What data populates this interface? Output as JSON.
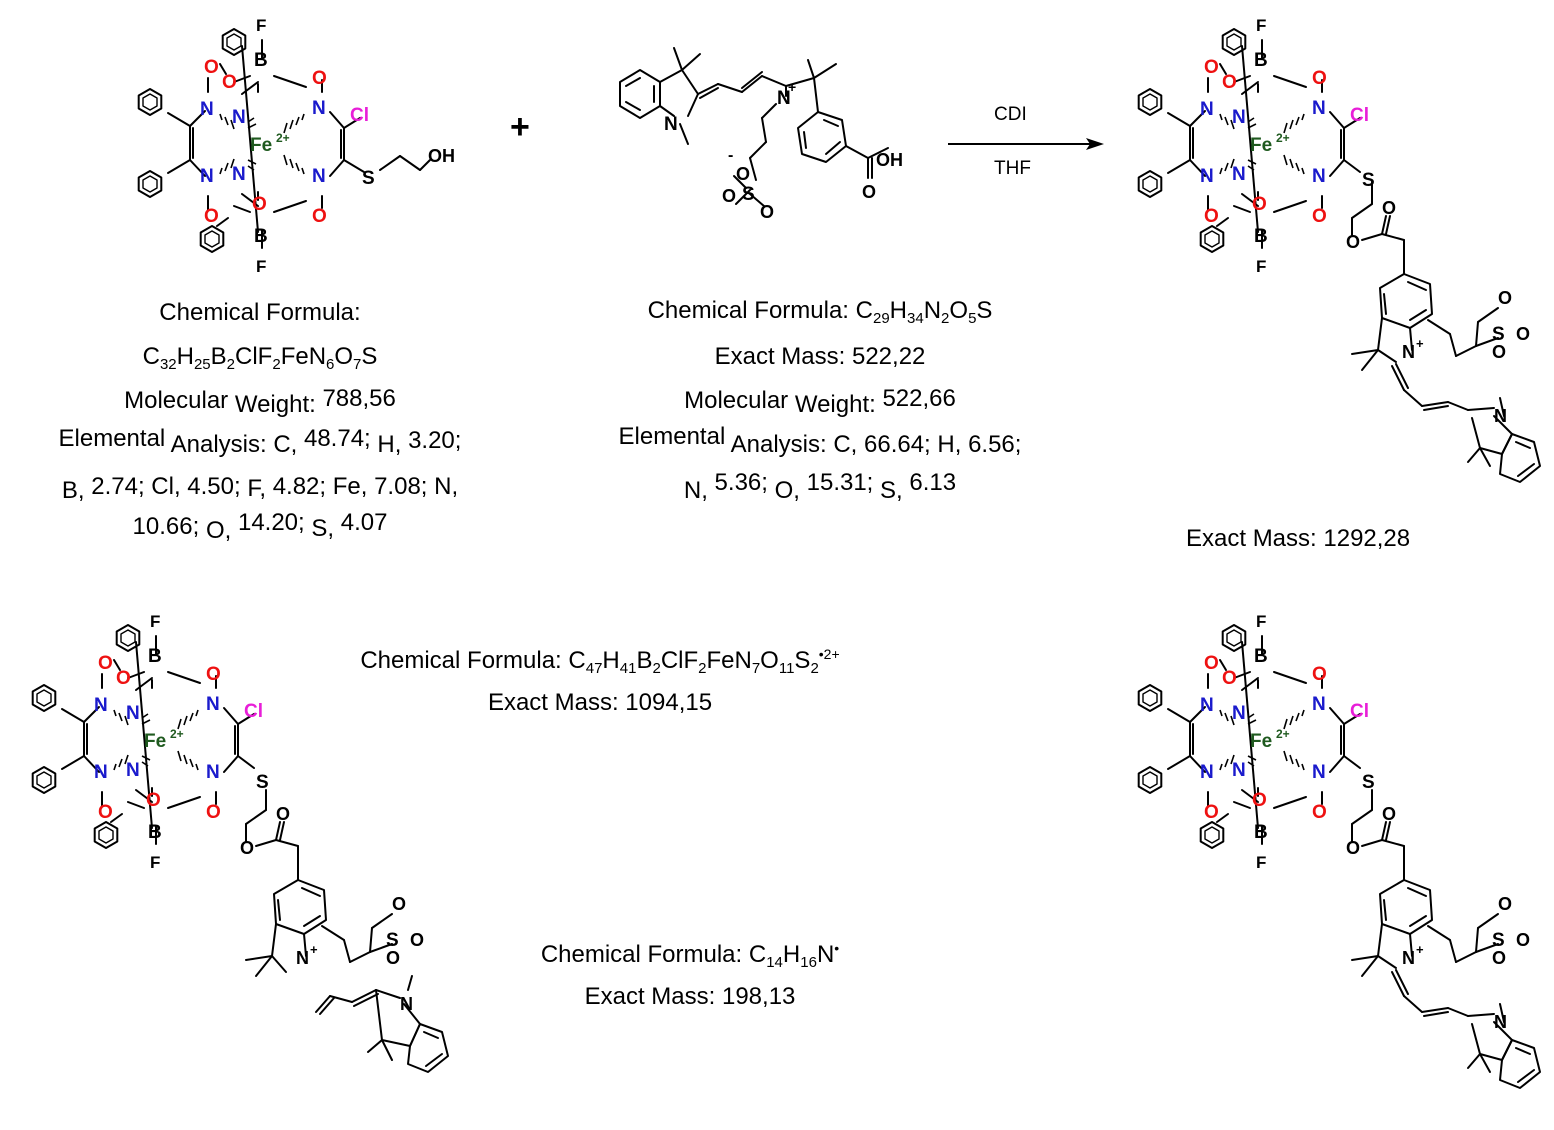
{
  "reaction": {
    "plus": "+",
    "reagent": "CDI",
    "solvent": "THF"
  },
  "atoms": {
    "N": "N",
    "O": "O",
    "B": "B",
    "F": "F",
    "Cl": "Cl",
    "Fe": "Fe",
    "Fe_charge": "2+",
    "S": "S",
    "OH": "OH",
    "N_plus": "+",
    "minus": "-"
  },
  "compounds": {
    "clathrochelate": {
      "line1": "Chemical Formula:",
      "formula": {
        "C": "C",
        "C_n": "32",
        "H": "H",
        "H_n": "25",
        "B": "B",
        "B_n": "2",
        "ClF": "ClF",
        "F_n": "2",
        "FeN": "FeN",
        "N_n": "6",
        "O": "O",
        "O_n": "7",
        "S": "S"
      },
      "mw_a": "Molecular",
      "mw_b": "Weight:",
      "mw_c": "788,56",
      "ea_a": "Elemental",
      "ea_b": "Analysis: C,",
      "ea_c": "48.74;",
      "ea_d": "H,",
      "ea_e": "3.20;",
      "ea2_a": "B,",
      "ea2_b": "2.74; Cl, 4.50;",
      "ea2_c": "F,",
      "ea2_d": "4.82; Fe, 7.08; N,",
      "ea3_a": "10.66;",
      "ea3_b": "O,",
      "ea3_c": "14.20;",
      "ea3_d": "S,",
      "ea3_e": "4.07"
    },
    "dye": {
      "formula": {
        "prefix": "Chemical Formula: ",
        "C": "C",
        "C_n": "29",
        "H": "H",
        "H_n": "34",
        "N": "N",
        "N_n": "2",
        "O": "O",
        "O_n": "5",
        "S": "S"
      },
      "exact_mass": "Exact Mass: 522,22",
      "mw_a": "Molecular",
      "mw_b": "Weight:",
      "mw_c": "522,66",
      "ea_a": "Elemental",
      "ea_b": "Analysis: C,",
      "ea_c": "66.64; H, 6.56;",
      "ea2_a": "N,",
      "ea2_b": "5.36;",
      "ea2_c": "O,",
      "ea2_d": "15.31;",
      "ea2_e": "S,",
      "ea2_f": "6.13"
    },
    "product": {
      "exact_mass": "Exact Mass: 1292,28"
    },
    "fragment_large": {
      "formula": {
        "prefix": "Chemical Formula: ",
        "C": "C",
        "C_n": "47",
        "H": "H",
        "H_n": "41",
        "B": "B",
        "B_n": "2",
        "ClF": "ClF",
        "F_n": "2",
        "FeN": "FeN",
        "N_n": "7",
        "O": "O",
        "O_n": "11",
        "S": "S",
        "S_n": "2",
        "charge": "•2+"
      },
      "exact_mass": "Exact Mass: 1094,15"
    },
    "fragment_small": {
      "formula": {
        "prefix": "Chemical Formula: ",
        "C": "C",
        "C_n": "14",
        "H": "H",
        "H_n": "16",
        "N": "N",
        "charge": "•"
      },
      "exact_mass": "Exact Mass: 198,13"
    }
  },
  "colors": {
    "nitrogen": "#1a1acc",
    "oxygen": "#ee1111",
    "chlorine": "#e81ed8",
    "iron": "#1f5a1f"
  }
}
